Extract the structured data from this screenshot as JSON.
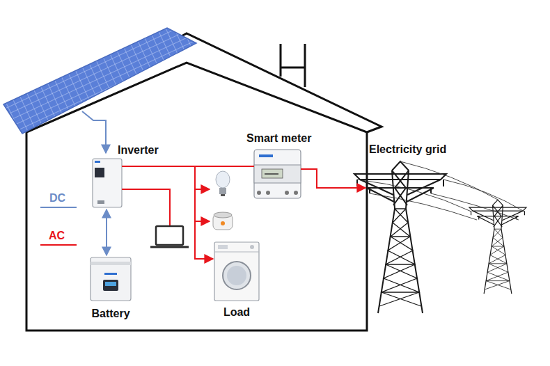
{
  "diagram": {
    "nodes": [
      {
        "text": [
          "Inverter"
        ]
      },
      {
        "text": [
          "Battery"
        ]
      },
      {
        "text": [
          "Smart meter"
        ]
      },
      {
        "text": [
          "Electricity grid"
        ]
      },
      {
        "text": [
          "Load"
        ]
      }
    ],
    "edges": [
      {
        "from": 0,
        "to": 1,
        "arrow": "both"
      },
      {
        "from": 0,
        "to": 2,
        "arrow": "none"
      },
      {
        "from": 0,
        "to": 4,
        "arrow": "to"
      },
      {
        "from": 2,
        "to": 3,
        "arrow": "to"
      }
    ],
    "legend": [
      {
        "text": "DC"
      },
      {
        "text": "AC"
      }
    ]
  }
}
